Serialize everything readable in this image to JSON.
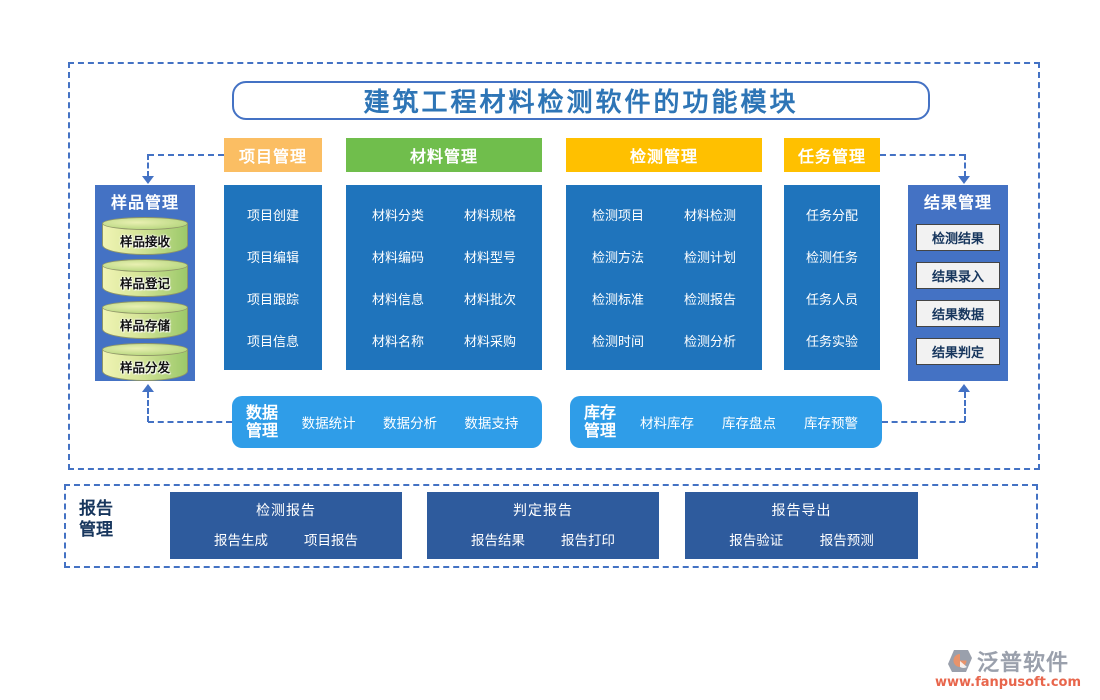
{
  "title": "建筑工程材料检测软件的功能模块",
  "columns": [
    {
      "header": "项目管理",
      "color": "#FBBE63",
      "items": [
        "项目创建",
        "项目编辑",
        "项目跟踪",
        "项目信息"
      ]
    },
    {
      "header": "材料管理",
      "color": "#70BE4C",
      "items": [
        "材料分类",
        "材料规格",
        "材料编码",
        "材料型号",
        "材料信息",
        "材料批次",
        "材料名称",
        "材料采购"
      ]
    },
    {
      "header": "检测管理",
      "color": "#FFC000",
      "items": [
        "检测项目",
        "材料检测",
        "检测方法",
        "检测计划",
        "检测标准",
        "检测报告",
        "检测时间",
        "检测分析"
      ]
    },
    {
      "header": "任务管理",
      "color": "#FFC000",
      "items": [
        "任务分配",
        "检测任务",
        "任务人员",
        "任务实验"
      ]
    }
  ],
  "sample": {
    "title": "样品管理",
    "items": [
      "样品接收",
      "样品登记",
      "样品存储",
      "样品分发"
    ]
  },
  "result": {
    "title": "结果管理",
    "items": [
      "检测结果",
      "结果录入",
      "结果数据",
      "结果判定"
    ]
  },
  "data_mgmt": {
    "title_line1": "数据",
    "title_line2": "管理",
    "items": [
      "数据统计",
      "数据分析",
      "数据支持"
    ]
  },
  "inventory": {
    "title_line1": "库存",
    "title_line2": "管理",
    "items": [
      "材料库存",
      "库存盘点",
      "库存预警"
    ]
  },
  "report": {
    "label_line1": "报告",
    "label_line2": "管理",
    "groups": [
      {
        "title": "检测报告",
        "items": [
          "报告生成",
          "项目报告"
        ]
      },
      {
        "title": "判定报告",
        "items": [
          "报告结果",
          "报告打印"
        ]
      },
      {
        "title": "报告导出",
        "items": [
          "报告验证",
          "报告预测"
        ]
      }
    ]
  },
  "logo": {
    "name": "泛普软件",
    "url": "www.fanpusoft.com"
  },
  "colors": {
    "dashed_border": "#4472C4",
    "column_blue": "#1F74BC",
    "side_box_blue": "#4472C4",
    "mid_box_blue": "#2F9DE8",
    "report_box_navy": "#2E5B9D",
    "header_orange": "#FBBE63",
    "header_green": "#70BE4C",
    "header_gold": "#FFC000",
    "title_text_blue": "#2E75B6",
    "logo_gray": "#9AA0AC",
    "logo_url_orange": "#E8664C"
  }
}
